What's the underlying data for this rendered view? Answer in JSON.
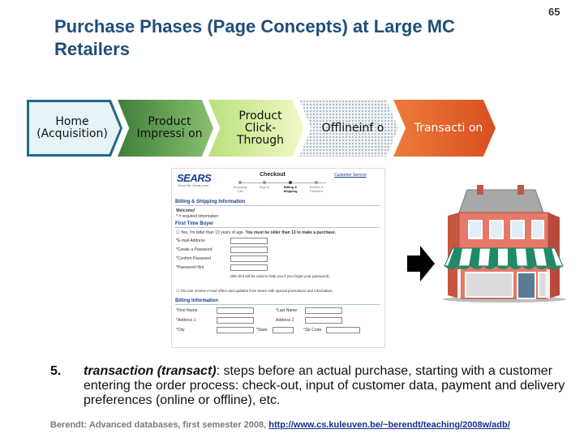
{
  "slide": {
    "title": "Purchase Phases (Page Concepts) at Large MC Retailers",
    "page_number": "65"
  },
  "phases": [
    {
      "label": "Home (Acquisition)",
      "color": "#e6f3f7"
    },
    {
      "label": "Product Impressi on",
      "color": "#5fa04e"
    },
    {
      "label": "Product Click-Through",
      "color": "#d9ef9e"
    },
    {
      "label": "Offlineinf o",
      "color": "#eef3f6"
    },
    {
      "label": "Transacti on",
      "color": "#e2622b"
    }
  ],
  "checkout": {
    "logo": "SEARS",
    "tagline": "Good life. Great price.",
    "header": "Checkout",
    "customer_service": "Customer Service",
    "steps": [
      "Shopping Cart",
      "Sign In",
      "Billing & Shipping",
      "Review & Payment"
    ],
    "billing_heading": "Billing & Shipping Information",
    "welcome": "Welcome!",
    "required": "* = required information",
    "first_time_heading": "First Time Buyer",
    "age_note": "Yes, I'm older than 13 years of age.",
    "age_bold": "You must be older than 13 to make a purchase.",
    "email_label": "*E-mail Address",
    "password_label": "*Create a Password",
    "confirm_label": "*Confirm Password",
    "hint_label": "*Password Hint",
    "hint_note": "(this hint will be used to help you if you forget your password)",
    "promo_note": "You can receive e-mail offers and updates from Sears with special promotions and information.",
    "billing_info_heading": "Billing Information",
    "first_name": "*First Name",
    "last_name": "*Last Name",
    "address1": "*Address 1",
    "address2": "Address 2",
    "city": "*City",
    "state": "*State",
    "zip": "*Zip Code"
  },
  "bullet": {
    "number": "5.",
    "term": "transaction (transact)",
    "text": ": steps before an actual purchase, starting with a customer entering the order process: check-out, input of customer data, payment and delivery preferences (online or offline), etc."
  },
  "footer": {
    "text": "Berendt: Advanced databases, first semester 2008,",
    "link": "http://www.cs.kuleuven.be/~berendt/teaching/2008w/adb/"
  },
  "icons": {
    "arrow": "right-arrow-icon",
    "store": "storefront-icon"
  }
}
